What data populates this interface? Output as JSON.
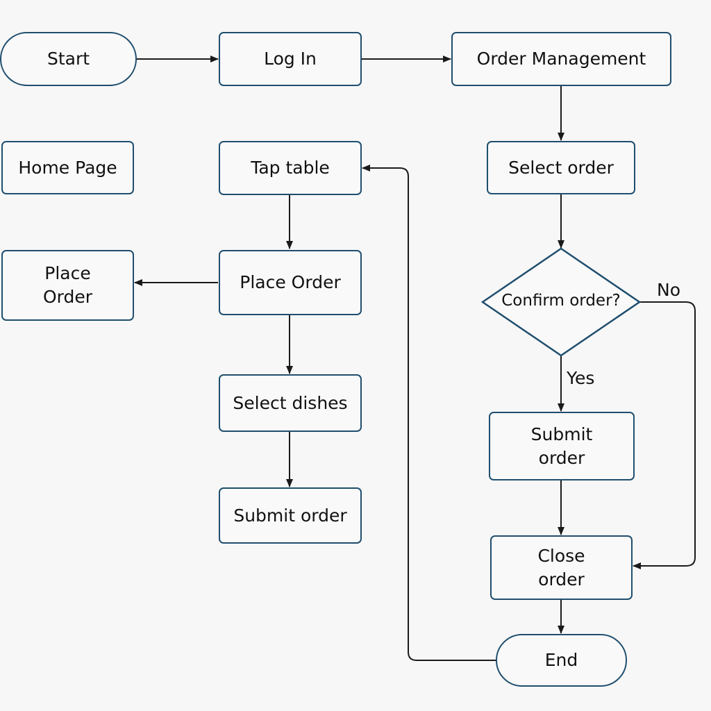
{
  "colors": {
    "node_border": "#1f4e6e",
    "node_fill": "#f9f9f9",
    "arrow": "#1a1a1a",
    "background": "#f7f7f7"
  },
  "nodes": {
    "start": "Start",
    "log_in": "Log In",
    "order_management": "Order Management",
    "home_page": "Home Page",
    "tap_table": "Tap table",
    "select_order": "Select order",
    "place_order_left": "Place\nOrder",
    "place_order": "Place Order",
    "confirm_order": "Confirm order?",
    "select_dishes": "Select dishes",
    "submit_order_right": "Submit\norder",
    "submit_order_left": "Submit order",
    "close_order": "Close\norder",
    "end": "End"
  },
  "edge_labels": {
    "no": "No",
    "yes": "Yes"
  }
}
